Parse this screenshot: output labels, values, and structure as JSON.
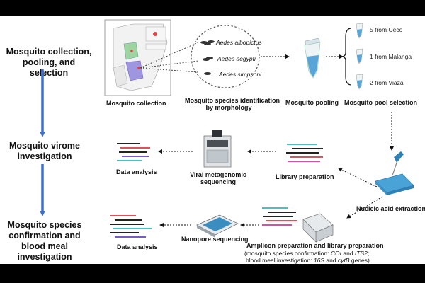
{
  "left_labels": {
    "collection": [
      "Mosquito collection,",
      "pooling, and selection"
    ],
    "virome": [
      "Mosquito virome",
      "investigation"
    ],
    "species": [
      "Mosquito species",
      "confirmation and",
      "blood meal investigation"
    ]
  },
  "row1": {
    "map_label": "Mosquito collection",
    "species_list": [
      "Aedes albopictus",
      "Aedes aegypti",
      "Aedes simpsoni"
    ],
    "species_label": [
      "Mosquito species identification",
      "by morphology"
    ],
    "pooling_label": "Mosquito pooling",
    "pool_counts": [
      "5 from Ceco",
      "1 from Malanga",
      "2 from Viaza"
    ],
    "selection_label": "Mosquito pool selection"
  },
  "row2": {
    "data_analysis": "Data analysis",
    "sequencing": [
      "Viral metagenomic",
      "sequencing"
    ],
    "library": "Library preparation",
    "extraction": "Nucleic acid extraction"
  },
  "row3": {
    "data_analysis": "Data analysis",
    "nanopore": "Nanopore sequencing",
    "amplicon": "Amplicon preparation and library preparation",
    "note_line1_pre": "(mosquito species confirmation: ",
    "note_line1_g1": "COI",
    "note_line1_mid": " and ",
    "note_line1_g2": "ITS2",
    "note_line1_post": ";",
    "note_line2_pre": "blood meal investigation: ",
    "note_line2_g1": "16S",
    "note_line2_mid": " and ",
    "note_line2_g2": "cytB",
    "note_line2_post": " genes)"
  },
  "colors": {
    "flow_arrow": "#3f6fc7",
    "map_green": "#9fd3a0",
    "map_purple": "#9f96e0",
    "tube_blue": "#5aa5d8",
    "plate_blue": "#4aa3d6",
    "read_red": "#e0505a",
    "read_pink": "#e24aa6",
    "read_purple": "#7a5ac8",
    "read_teal": "#4cc0c0"
  }
}
